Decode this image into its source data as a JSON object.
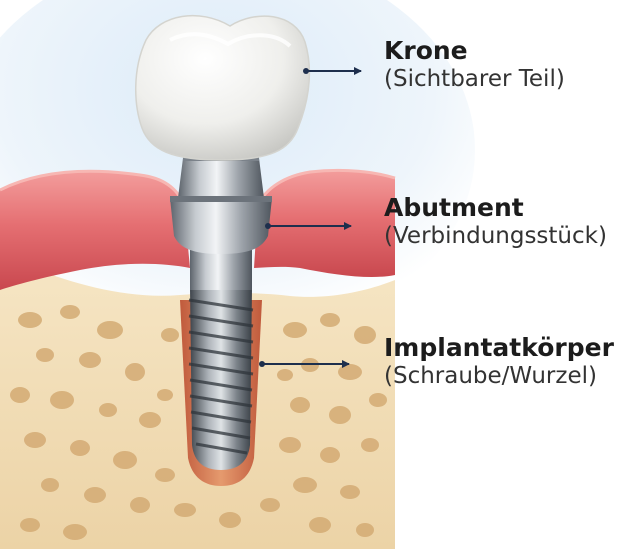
{
  "labels": {
    "crown": {
      "title": "Krone",
      "subtitle": "(Sichtbarer Teil)"
    },
    "abutment": {
      "title": "Abutment",
      "subtitle": "(Verbindungsstück)"
    },
    "implant": {
      "title": "Implantatkörper",
      "subtitle": "(Schraube/Wurzel)"
    }
  },
  "colors": {
    "label_text": "#1c1c1c",
    "arrow": "#1e2f4d",
    "gum": "#e56f72",
    "bone": "#f1ddb5",
    "bone_pores": "#c79a62",
    "crown": "#f3f3f0",
    "metal": "#9ea4ab",
    "sky": "#dcebf8"
  }
}
